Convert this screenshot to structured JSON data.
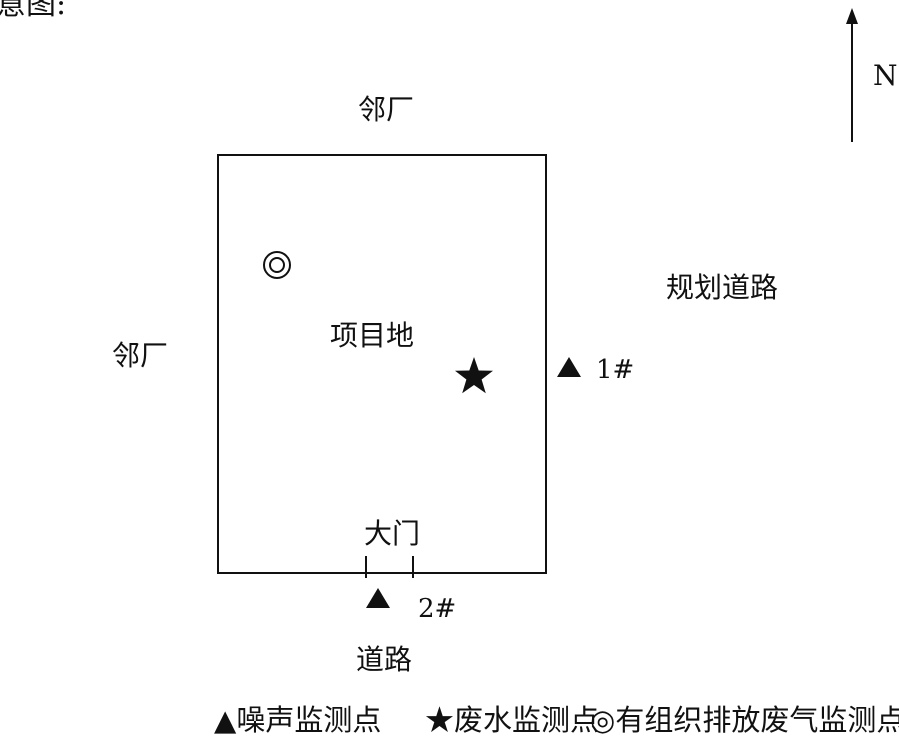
{
  "header_fragment": "意图:",
  "north_label": "N",
  "labels": {
    "north_neighbor": "邻厂",
    "west_neighbor": "邻厂",
    "east_road": "规划道路",
    "site": "项目地",
    "gate": "大门",
    "south_road": "道路",
    "point_1": "1#",
    "point_2": "2#"
  },
  "legend": [
    {
      "symbol": "triangle-icon",
      "glyph": "▲",
      "label": "噪声监测点"
    },
    {
      "symbol": "star-icon",
      "glyph": "★",
      "label": "废水监测点"
    },
    {
      "symbol": "double-circle-icon",
      "glyph": "◎",
      "label": "有组织排放废气监测点"
    }
  ],
  "colors": {
    "ink": "#111111",
    "background": "#ffffff"
  }
}
